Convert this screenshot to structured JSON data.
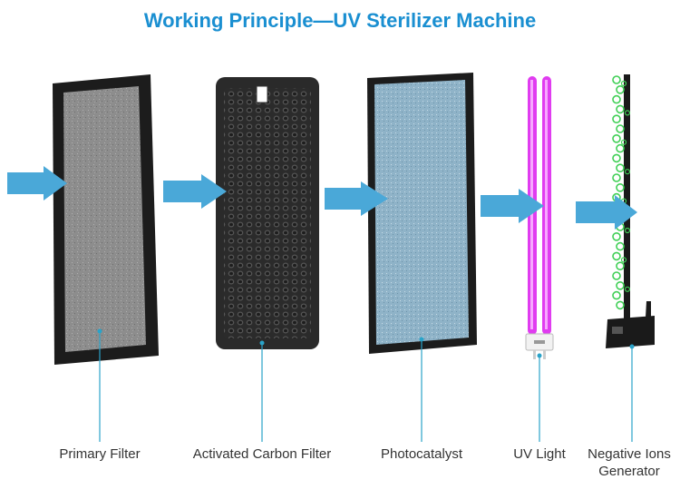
{
  "title": "Working Principle—UV Sterilizer Machine",
  "colors": {
    "title": "#1a8fd1",
    "arrow": "#4aa8d8",
    "leader_line": "#2aa3c9",
    "uv_tube": "#e03cf0",
    "ion_particles": "#3fcf55",
    "filter_frame": "#1c1c1c"
  },
  "components": [
    {
      "name": "Primary Filter",
      "icon": "primary-filter-panel"
    },
    {
      "name": "Activated Carbon Filter",
      "icon": "carbon-honeycomb-panel"
    },
    {
      "name": "Photocatalyst",
      "icon": "photocatalyst-panel"
    },
    {
      "name": "UV Light",
      "icon": "uv-lamp-tube"
    },
    {
      "name": "Negative Ions Generator",
      "name_lines": [
        "Negative Ions",
        "Generator"
      ],
      "icon": "ion-generator-brush"
    }
  ]
}
